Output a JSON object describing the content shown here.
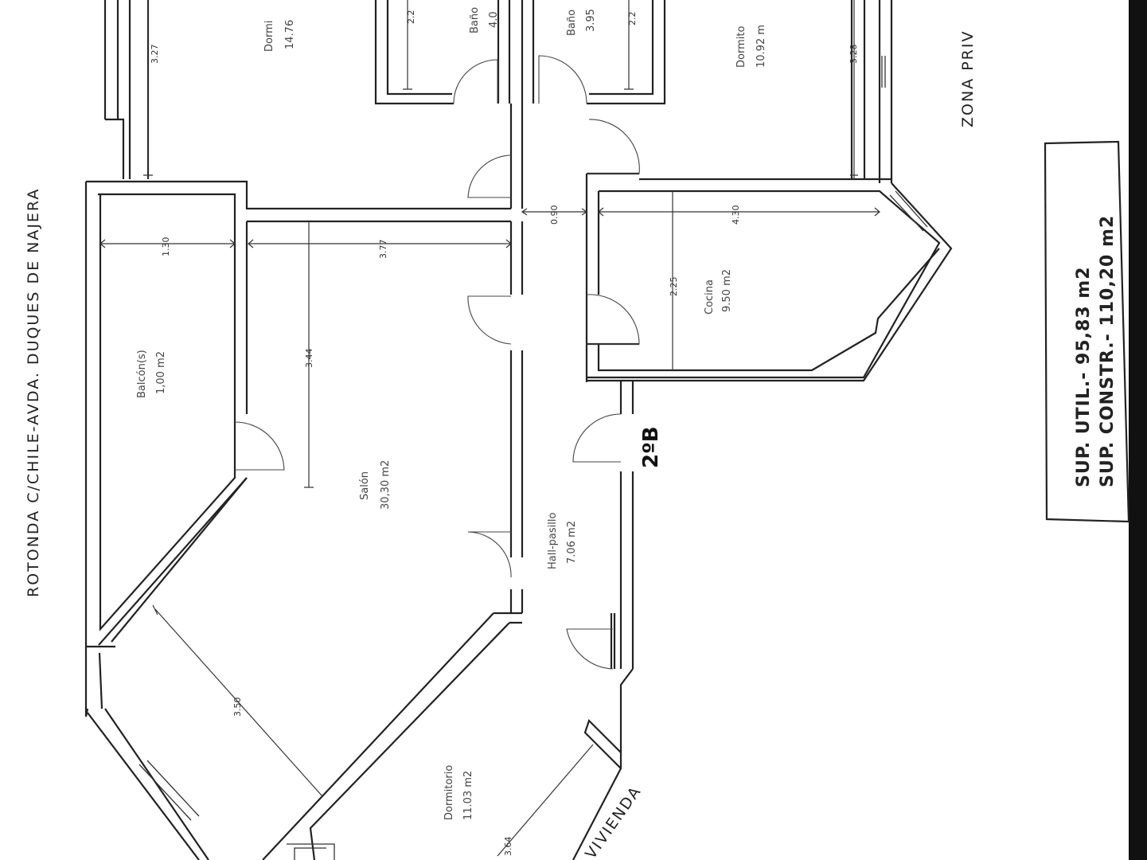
{
  "street_label": "ROTONDA C/CHILE-AVDA. DUQUES DE NAJERA",
  "zone_label": "ZONA PRIV",
  "vivienda_label": "VIVIENDA",
  "unit_code": "2ºB",
  "surface": {
    "util": "SUP. UTIL.- 95,83 m2",
    "constr": "SUP. CONSTR.- 110,20 m2"
  },
  "rooms": {
    "dormitorio_top": {
      "name": "Dormi",
      "area": "14.76"
    },
    "bano_1": {
      "name": "Baño",
      "area": "4.0"
    },
    "bano_2": {
      "name": "Baño",
      "area": "3.95"
    },
    "dormitorio_right": {
      "name": "Dormito",
      "area": "10.92 m"
    },
    "balcon": {
      "name": "Balcón(s)",
      "area": "1,00 m2"
    },
    "salon": {
      "name": "Salón",
      "area": "30,30 m2"
    },
    "cocina": {
      "name": "Cocina",
      "area": "9.50 m2"
    },
    "hall": {
      "name": "Hall-pasillo",
      "area": "7.06 m2"
    },
    "dormitorio_bottom": {
      "name": "Dormitorio",
      "area": "11.03 m2"
    }
  },
  "dimensions": {
    "d_327": "3.27",
    "d_22a": "2.2",
    "d_22b": "2.2",
    "d_328": "3.28",
    "d_130": "1.30",
    "d_377": "3.77",
    "d_090": "0.90",
    "d_430": "4.30",
    "d_344": "3.44",
    "d_225": "2.25",
    "d_350": "3.50",
    "d_364": "3.64"
  }
}
